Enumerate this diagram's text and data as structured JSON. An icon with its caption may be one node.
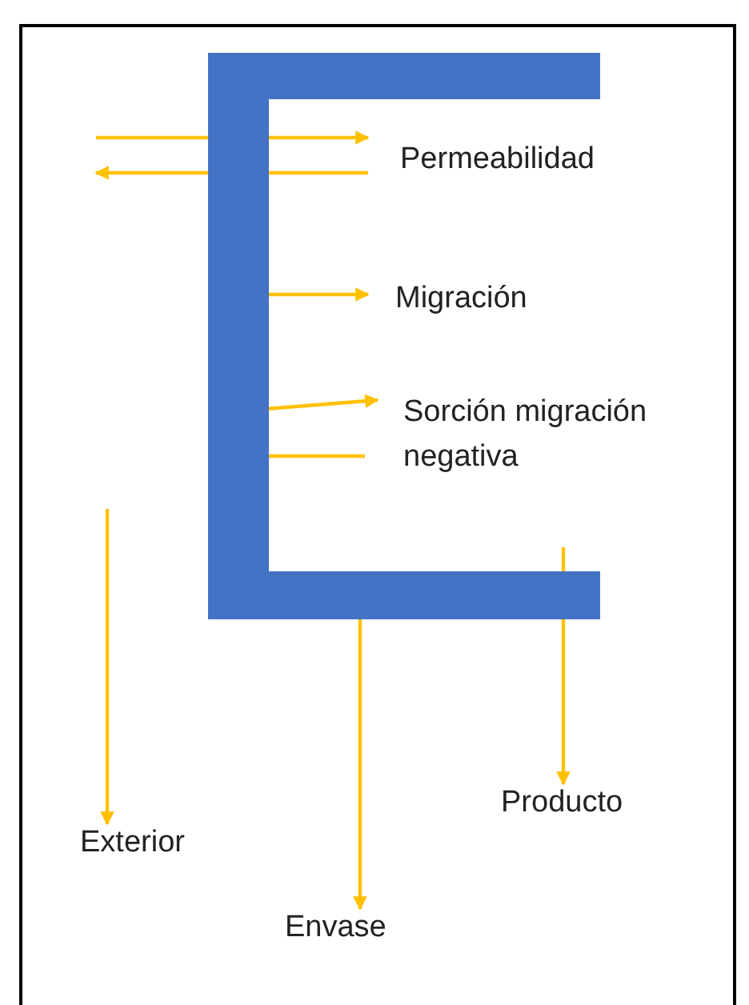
{
  "diagram": {
    "nodes": [
      {
        "text": [],
        "shape": "bar"
      },
      {
        "text": [
          "Exterior"
        ]
      },
      {
        "text": [
          "Envase"
        ]
      },
      {
        "text": [
          "Producto"
        ]
      }
    ],
    "edges": [
      {
        "from": null,
        "to": 1,
        "arrow": "to"
      },
      {
        "from": 0,
        "to": 2,
        "arrow": "to"
      },
      {
        "from": null,
        "to": 3,
        "arrow": "to"
      }
    ],
    "labels": [
      "Permeabilidad",
      "Migración",
      "Sorción migración negativa"
    ]
  }
}
